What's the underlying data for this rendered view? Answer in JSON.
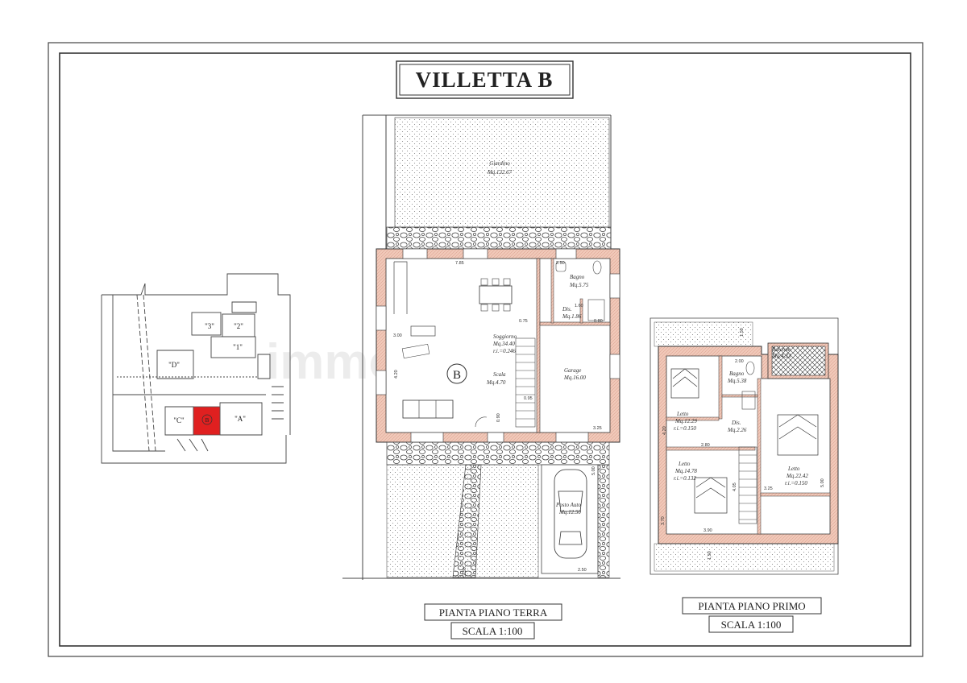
{
  "title": "VILLETTA B",
  "watermark": "immobiliare.it",
  "ground_floor": {
    "caption_line1": "PIANTA PIANO TERRA",
    "caption_line2": "SCALA 1:100",
    "unit_marker": "B",
    "rooms": {
      "giardino": {
        "name": "Giardino",
        "area": "Mq.122.67"
      },
      "soggiorno": {
        "name": "Soggiorno",
        "area": "Mq.34.40",
        "ri": "r.i.=0.246"
      },
      "bagno": {
        "name": "Bagno",
        "area": "Mq.5.75"
      },
      "dis": {
        "name": "Dis.",
        "area": "Mq.1.86"
      },
      "garage": {
        "name": "Garage",
        "area": "Mq.16.00"
      },
      "scala": {
        "name": "Scala",
        "area": "Mq.4.70"
      },
      "posto_auto": {
        "name": "Posto Auto",
        "area": "Mq.12.50"
      }
    },
    "dims": {
      "d785": "7.85",
      "d250a": "2.50",
      "d160": "1.60",
      "d300": "3.00",
      "d420": "4.20",
      "d075": "0.75",
      "d080": "0.80",
      "d325": "3.25",
      "d095": "0.95",
      "d090": "0.90",
      "d250b": "2.50",
      "d500": "5.00",
      "d250c": "2.50"
    }
  },
  "first_floor": {
    "caption_line1": "PIANTA PIANO PRIMO",
    "caption_line2": "SCALA 1:100",
    "rooms": {
      "balcone": {
        "name": "Balcone",
        "area": "Mq.4.33"
      },
      "bagno": {
        "name": "Bagno",
        "area": "Mq.5.38"
      },
      "dis": {
        "name": "Dis.",
        "area": "Mq.2.26"
      },
      "letto1": {
        "name": "Letto",
        "area": "Mq.12.29",
        "ri": "r.i.=0.150"
      },
      "letto2": {
        "name": "Letto",
        "area": "Mq.14.78",
        "ri": "r.i.=0.132"
      },
      "letto3": {
        "name": "Letto",
        "area": "Mq.22.42",
        "ri": "r.i.=0.150"
      }
    },
    "dims": {
      "d150a": "1.50",
      "d200": "2.00",
      "d420": "4.20",
      "d280": "2.80",
      "d325": "3.25",
      "d405": "4.05",
      "d500": "5.00",
      "d370": "3.70",
      "d390": "3.90",
      "d150b": "1.50"
    }
  },
  "site_plan": {
    "lots": {
      "l3": "\"3\"",
      "l2": "\"2\"",
      "l1": "\"1\"",
      "lD": "\"D\"",
      "lC": "\"C\"",
      "lB": "B",
      "lA": "\"A\""
    },
    "highlight_color": "#e02020"
  },
  "colors": {
    "wall_fill": "#f0c8b8",
    "line": "#333333"
  }
}
